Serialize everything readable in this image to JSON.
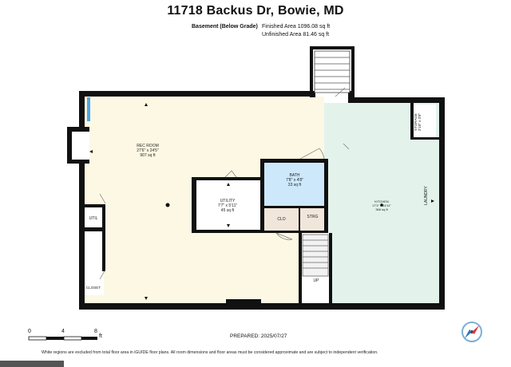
{
  "header": {
    "title": "11718 Backus Dr, Bowie, MD",
    "level_name": "Basement (Below Grade)",
    "finished_area": "Finished Area 1096.08 sq ft",
    "unfinished_area": "Unfinished Area 81.46 sq ft"
  },
  "rooms": {
    "rec_room": {
      "name": "REC ROOM",
      "dims": "27'6\" x 24'5\"",
      "area": "907 sq ft"
    },
    "bath": {
      "name": "BATH",
      "dims": "7'8\" x 4'8\"",
      "area": "33 sq ft"
    },
    "utility": {
      "name": "UTILITY",
      "dims": "7'7\" x 5'11\"",
      "area": "45 sq ft"
    },
    "kitchen": {
      "name": "KITCHEN",
      "dims": "17'3\" x 24'11\"",
      "area": "366 sq ft"
    },
    "laundry": {
      "name": "LAUNDRY"
    },
    "storage": {
      "name": "STORAGE",
      "dims": "2'10\" x 3'8\""
    },
    "clo": {
      "name": "CLO"
    },
    "strg": {
      "name": "STRG"
    },
    "util": {
      "name": "UTIL"
    },
    "closet": {
      "name": "CLOSET"
    },
    "stairs": {
      "name": "UP"
    }
  },
  "scale": {
    "ticks": [
      "0",
      "4",
      "8"
    ],
    "unit": "ft"
  },
  "footer": {
    "prepared": "PREPARED: 2025/07/27",
    "disclaimer": "White regions are excluded from total floor area in iGUIDE floor plans. All room dimensions and floor areas must be considered approximate and are subject to independent verification."
  },
  "colors": {
    "rec_room_fill": "#fdf8e4",
    "kitchen_fill": "#e3f3ec",
    "bath_fill": "#cde8fb",
    "closet_fill": "#f0e6da",
    "wall": "#111111",
    "window": "#4aa8e6",
    "compass_needle": "#d9363e"
  },
  "icons": {
    "compass": "compass-icon"
  }
}
